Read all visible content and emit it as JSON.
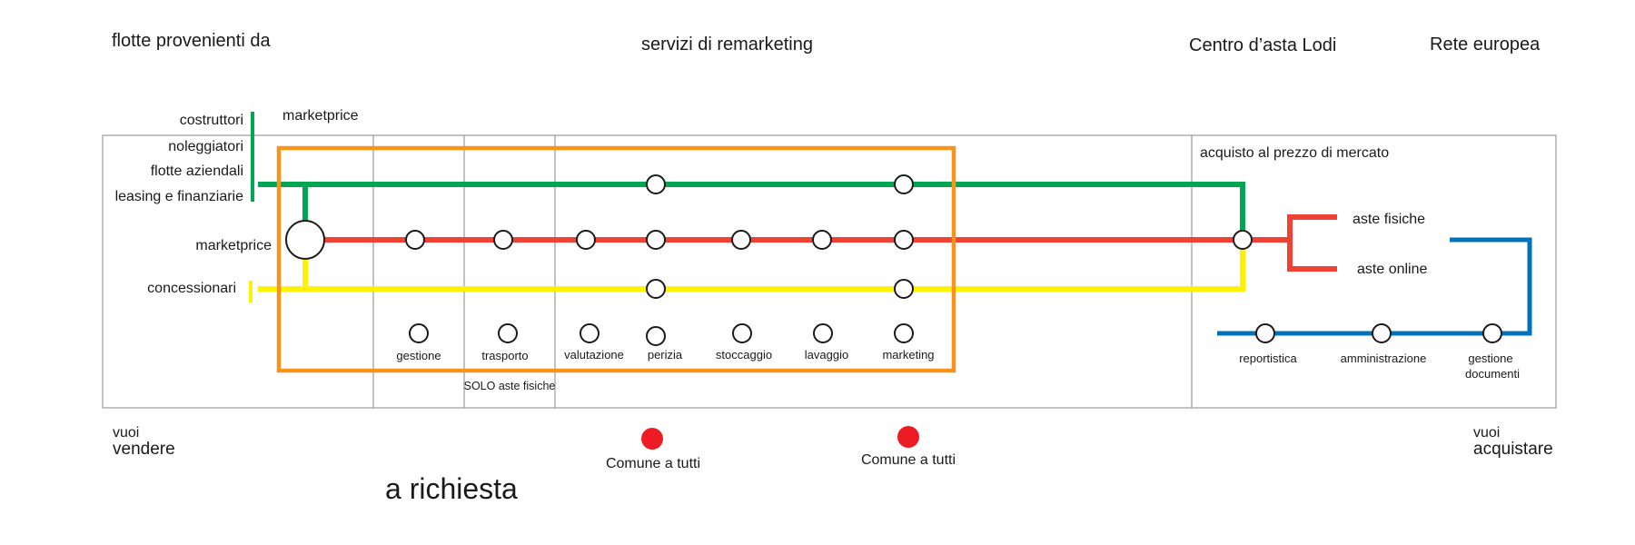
{
  "headers": {
    "flotte": "flotte provenienti da",
    "servizi": "servizi di remarketing",
    "centro": "Centro d’asta Lodi",
    "rete": "Rete europea"
  },
  "sources": {
    "costruttori": "costruttori",
    "noleggiatori": "noleggiatori",
    "flotte_aziendali": "flotte aziendali",
    "leasing": "leasing e finanziarie",
    "marketprice": "marketprice",
    "concessionari": "concessionari"
  },
  "marketprice_top": "marketprice",
  "acquisto": "acquisto al prezzo di mercato",
  "services": [
    {
      "label": "gestione"
    },
    {
      "label": "trasporto"
    },
    {
      "label": "valutazione"
    },
    {
      "label": "perizia"
    },
    {
      "label": "stoccaggio"
    },
    {
      "label": "lavaggio"
    },
    {
      "label": "marketing"
    }
  ],
  "solo_aste": "SOLO aste fisiche",
  "aste": {
    "fisiche": "aste fisiche",
    "online": "aste online"
  },
  "european": [
    {
      "label": "reportistica"
    },
    {
      "label": "amministrazione"
    },
    {
      "label": "gestione",
      "label2": "documenti"
    }
  ],
  "bottom": {
    "vuoi_left": "vuoi",
    "vendere": "vendere",
    "vuoi_right": "vuoi",
    "acquistare": "acquistare",
    "comune1": "Comune a tutti",
    "comune2": "Comune a tutti",
    "a_richiesta": "a richiesta"
  },
  "colors": {
    "green": "#00a651",
    "red": "#ef4136",
    "yellow": "#fff200",
    "orange": "#f7941d",
    "blue": "#0072bc",
    "dot": "#ed1c24",
    "frame": "#9a9a9a"
  }
}
